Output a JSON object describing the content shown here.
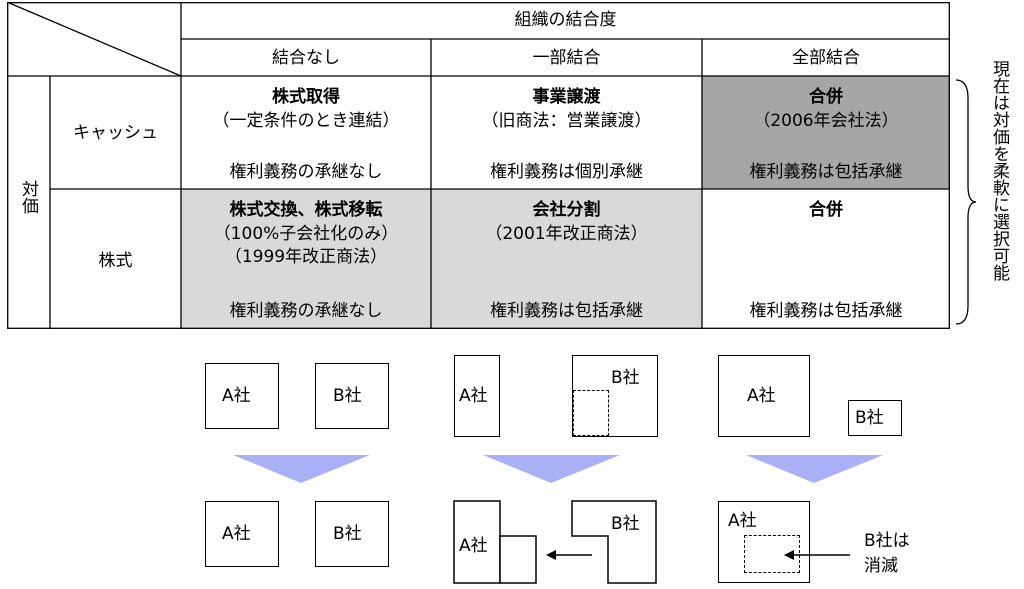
{
  "colors": {
    "dark_cell": "#a6a6a6",
    "light_cell": "#d9d9d9",
    "arrow": "#aab0f5"
  },
  "table": {
    "header_group": "組織の結合度",
    "columns": [
      "結合なし",
      "一部結合",
      "全部結合"
    ],
    "row_group": "対価",
    "rows": [
      {
        "label": "キャッシュ",
        "cells": [
          {
            "title": "株式取得",
            "notes": [
              "（一定条件のとき連結）"
            ],
            "footer": "権利義務の承継なし",
            "shade": "none"
          },
          {
            "title": "事業譲渡",
            "notes": [
              "（旧商法：営業譲渡）"
            ],
            "footer": "権利義務は個別承継",
            "shade": "none"
          },
          {
            "title": "合併",
            "notes": [
              "（2006年会社法）"
            ],
            "footer": "権利義務は包括承継",
            "shade": "dark"
          }
        ]
      },
      {
        "label": "株式",
        "cells": [
          {
            "title": "株式交換、株式移転",
            "notes": [
              "（100%子会社化のみ）",
              "（1999年改正商法）"
            ],
            "footer": "権利義務の承継なし",
            "shade": "light"
          },
          {
            "title": "会社分割",
            "notes": [
              "（2001年改正商法）"
            ],
            "footer": "権利義務は包括承継",
            "shade": "light"
          },
          {
            "title": "合併",
            "notes": [],
            "footer": "権利義務は包括承継",
            "shade": "none"
          }
        ]
      }
    ]
  },
  "side_note": "現在は対価を柔軟に選択可能",
  "diagrams": {
    "company_a": "A社",
    "company_b": "B社",
    "extinct_note_line1": "B社は",
    "extinct_note_line2": "消滅"
  }
}
